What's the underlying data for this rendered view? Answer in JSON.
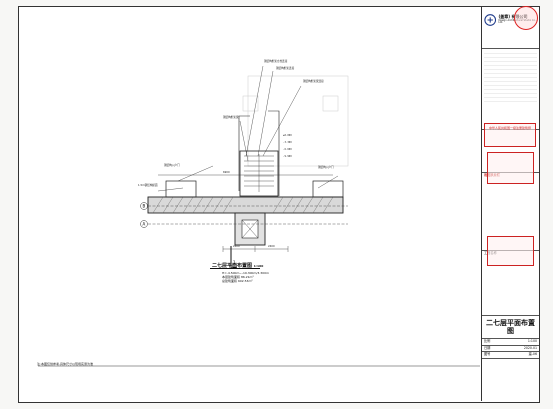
{
  "drawing": {
    "title": "二七层平面布置图",
    "scale": "1:100",
    "notes": [
      "H=-4.500m~-19.300m/3.300m",
      "本层建筑面积 86.21m²",
      "总建筑面积 602.53m²"
    ],
    "footnote": "注:本图仅供参考,具体尺寸以现场实测为准",
    "axis_a": "A",
    "axis_b": "B",
    "section_mark": "1",
    "dim_2400": "2400",
    "dim_6900": "6900"
  },
  "title_block": {
    "company": "(盖章) 有限公司",
    "company_en": "Design Architectural Studio Co., Ltd.",
    "cert_label": "出图执业栏",
    "stamp_name": "中华人民共和国一级注册建筑师",
    "project_label": "工程名称",
    "sheet_title": "二七层平面布置图",
    "scale_label": "比例",
    "scale": "1:100",
    "date_label": "日期",
    "date": "2020.01",
    "sheet_no_label": "图号",
    "sheet_no": "建-06"
  },
  "colors": {
    "line": "#333333",
    "stamp_red": "#c22222",
    "hatch": "#555555"
  }
}
